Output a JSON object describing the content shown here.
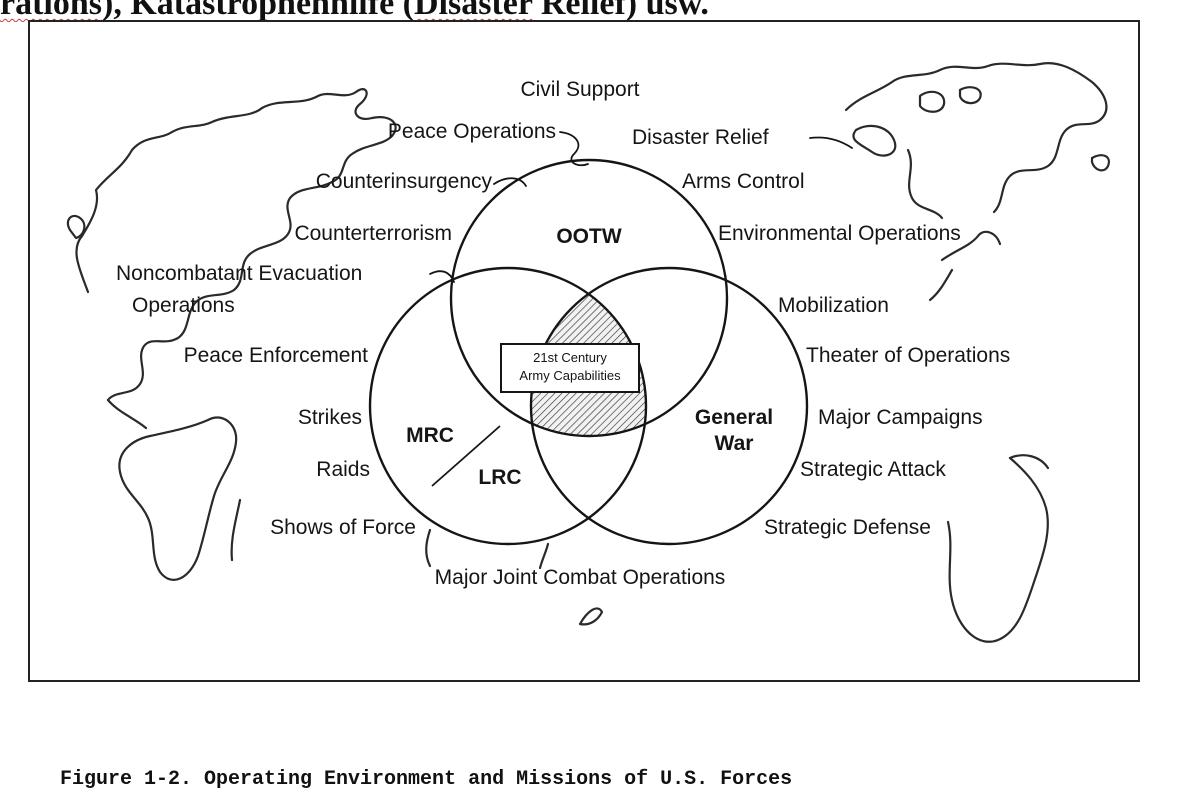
{
  "header_text": {
    "part1": "rations",
    "part2": "), Katastrophenhilfe (",
    "part3": "Disaster",
    "part4": " Relief) usw."
  },
  "circles": {
    "ootw": "OOTW",
    "mrc": "MRC",
    "lrc": "LRC",
    "general_war_line1": "General",
    "general_war_line2": "War",
    "center_line1": "21st Century",
    "center_line2": "Army Capabilities"
  },
  "labels": {
    "civil_support": "Civil Support",
    "peace_operations": "Peace Operations",
    "disaster_relief": "Disaster Relief",
    "counterinsurgency": "Counterinsurgency",
    "arms_control": "Arms Control",
    "counterterrorism": "Counterterrorism",
    "environmental_operations": "Environmental Operations",
    "noncombatant_line1": "Noncombatant Evacuation",
    "noncombatant_line2": "Operations",
    "mobilization": "Mobilization",
    "peace_enforcement": "Peace Enforcement",
    "theater_of_operations": "Theater of Operations",
    "strikes": "Strikes",
    "major_campaigns": "Major Campaigns",
    "raids": "Raids",
    "strategic_attack": "Strategic Attack",
    "shows_of_force": "Shows of Force",
    "strategic_defense": "Strategic Defense",
    "major_joint_combat": "Major Joint Combat Operations"
  },
  "caption": "Figure 1-2. Operating Environment and Missions of U.S. Forces",
  "colors": {
    "ink": "#151515",
    "spellcheck_underline": "#c83a3a"
  }
}
